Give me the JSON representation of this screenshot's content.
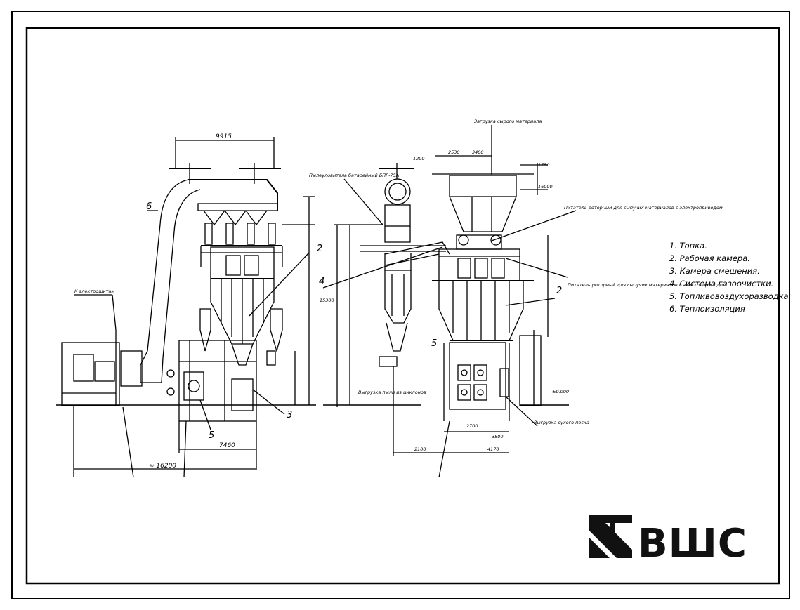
{
  "dimensions": {
    "top_width": "9915",
    "base_width": "7460",
    "overall_length": "≈ 16200",
    "small_a": "1200",
    "small_b": "15300",
    "small_c": "2530",
    "small_d": "3400",
    "small_e": "1750",
    "small_f": "16000",
    "small_g": "2700",
    "small_h": "3800",
    "small_i": "2100",
    "small_j": "4170",
    "small_k": "±0.000"
  },
  "callouts": {
    "c1": "2",
    "c2": "4",
    "c3": "3",
    "c4": "5",
    "c5": "6",
    "c6": "5",
    "c7": "2"
  },
  "notes": {
    "power": "К электрощитам",
    "cyclone": "Пылеуловитель батарейный БПР-75А",
    "load": "Загрузка сырого материала",
    "feeder1": "Питатель роторный для сыпучих материалов с электроприводом",
    "feeder2": "Питатель роторный для сыпучих материалов с электроприводом",
    "unload_a": "Выгрузка пыли из циклонов",
    "unload_b": "Выгрузка сухого песка"
  },
  "legend": {
    "items": [
      "1. Топка.",
      "2. Рабочая камера.",
      "3. Камера смешения.",
      "4. Система газоочистки.",
      "5. Топливовоздухоразводка.",
      "6. Теплоизоляция"
    ]
  },
  "logo": {
    "text": "ВШС"
  }
}
